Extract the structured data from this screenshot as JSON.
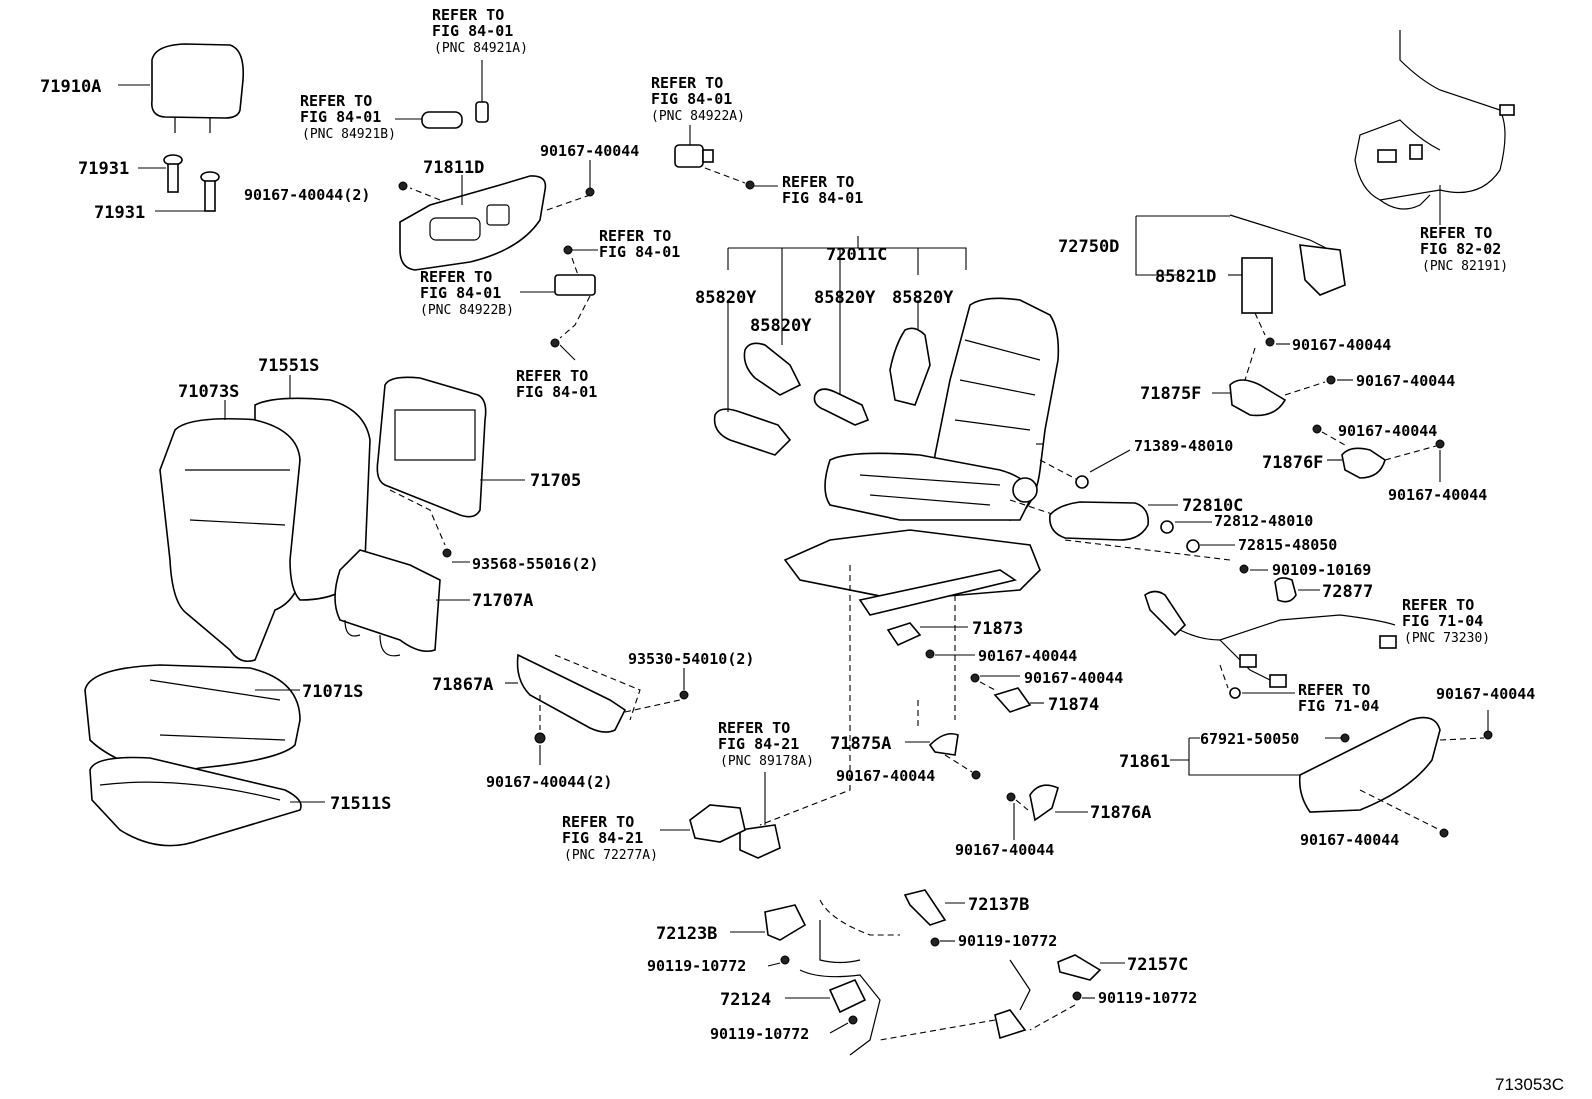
{
  "diagram_id": "713053C",
  "labels": {
    "p71910A": "71910A",
    "p71931a": "71931",
    "p71931b": "71931",
    "ref_84921A_1": "REFER TO",
    "ref_84921A_2": "FIG 84-01",
    "ref_84921A_3": "(PNC 84921A)",
    "ref_84921B_1": "REFER TO",
    "ref_84921B_2": "FIG 84-01",
    "ref_84921B_3": "(PNC 84921B)",
    "p71811D": "71811D",
    "p90167_top": "90167-40044",
    "p90167_2_top": "90167-40044(2)",
    "ref_84922A_1": "REFER TO",
    "ref_84922A_2": "FIG 84-01",
    "ref_84922A_3": "(PNC 84922A)",
    "ref_8401_a1": "REFER TO",
    "ref_8401_a2": "FIG 84-01",
    "ref_8401_b1": "REFER TO",
    "ref_8401_b2": "FIG 84-01",
    "ref_84922B_1": "REFER TO",
    "ref_84922B_2": "FIG 84-01",
    "ref_84922B_3": "(PNC 84922B)",
    "ref_8401_c1": "REFER TO",
    "ref_8401_c2": "FIG 84-01",
    "p72011C": "72011C",
    "p85820Y_a": "85820Y",
    "p85820Y_b": "85820Y",
    "p85820Y_c": "85820Y",
    "p85820Y_d": "85820Y",
    "p72750D": "72750D",
    "p85821D": "85821D",
    "ref_82191_1": "REFER TO",
    "ref_82191_2": "FIG 82-02",
    "ref_82191_3": "(PNC 82191)",
    "p90167_r1": "90167-40044",
    "p90167_r2": "90167-40044",
    "p71875F": "71875F",
    "p90167_r3": "90167-40044",
    "p71876F": "71876F",
    "p90167_r4": "90167-40044",
    "p71389": "71389-48010",
    "p72810C": "72810C",
    "p72812": "72812-48010",
    "p72815": "72815-48050",
    "p90109": "90109-10169",
    "p72877": "72877",
    "ref_73230_1": "REFER TO",
    "ref_73230_2": "FIG 71-04",
    "ref_73230_3": "(PNC 73230)",
    "ref_7104_1": "REFER TO",
    "ref_7104_2": "FIG 71-04",
    "p90167_r5": "90167-40044",
    "p71861": "71861",
    "p67921": "67921-50050",
    "p90167_r6": "90167-40044",
    "p71551S": "71551S",
    "p71073S": "71073S",
    "p71705": "71705",
    "p93568": "93568-55016(2)",
    "p71707A": "71707A",
    "p71071S": "71071S",
    "p71511S": "71511S",
    "p93530": "93530-54010(2)",
    "p71867A": "71867A",
    "p90167_2_bot": "90167-40044(2)",
    "p71873": "71873",
    "p90167_m1": "90167-40044",
    "p90167_m2": "90167-40044",
    "p71874": "71874",
    "p71875A": "71875A",
    "p90167_m3": "90167-40044",
    "p71876A": "71876A",
    "p90167_m4": "90167-40044",
    "ref_89178A_1": "REFER TO",
    "ref_89178A_2": "FIG 84-21",
    "ref_89178A_3": "(PNC 89178A)",
    "ref_72277A_1": "REFER TO",
    "ref_72277A_2": "FIG 84-21",
    "ref_72277A_3": "(PNC 72277A)",
    "p72137B": "72137B",
    "p90119_a": "90119-10772",
    "p72157C": "72157C",
    "p90119_b": "90119-10772",
    "p72123B": "72123B",
    "p90119_c": "90119-10772",
    "p72124": "72124",
    "p90119_d": "90119-10772"
  }
}
